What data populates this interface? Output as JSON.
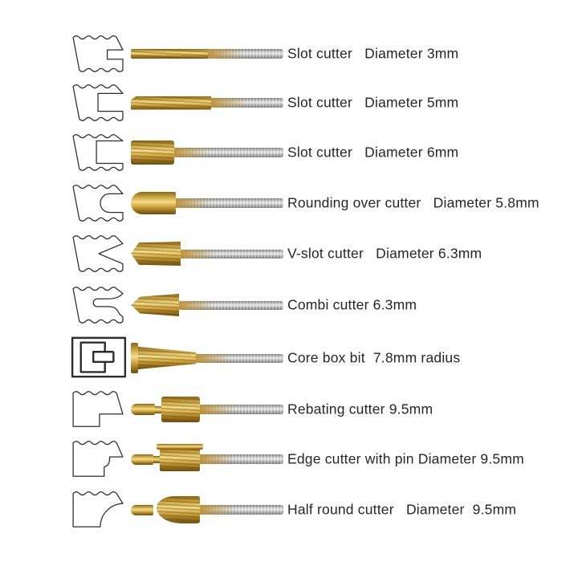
{
  "colors": {
    "background": "#ffffff",
    "outline": "#2d2d2d",
    "text": "#262626",
    "gold_highlight": "#f1dc8b",
    "gold_mid": "#c59d3a",
    "gold_dark": "#6f4f10",
    "shank_light": "#efefef",
    "shank_dark": "#7c7c7c"
  },
  "rows": [
    {
      "tool": "Slot cutter",
      "dimension": "Diameter 3mm",
      "label": "Slot cutter   Diameter 3mm",
      "profile": "slot-3mm",
      "bit": "straight-flute-bit"
    },
    {
      "tool": "Slot cutter",
      "dimension": "Diameter 5mm",
      "label": "Slot cutter   Diameter 5mm",
      "profile": "slot-5mm",
      "bit": "straight-flute-bit"
    },
    {
      "tool": "Slot cutter",
      "dimension": "Diameter 6mm",
      "label": "Slot cutter   Diameter 6mm",
      "profile": "slot-6mm",
      "bit": "cylinder-head-bit"
    },
    {
      "tool": "Rounding over cutter",
      "dimension": "Diameter 5.8mm",
      "label": "Rounding over cutter   Diameter 5.8mm",
      "profile": "round-over-groove",
      "bit": "round-nose-bit"
    },
    {
      "tool": "V-slot cutter",
      "dimension": "Diameter 6.3mm",
      "label": "V-slot cutter   Diameter 6.3mm",
      "profile": "v-slot",
      "bit": "cone-tip-bit"
    },
    {
      "tool": "Combi cutter",
      "dimension": "6.3mm",
      "label": "Combi cutter 6.3mm",
      "profile": "combi-slot",
      "bit": "ogee-tip-bit"
    },
    {
      "tool": "Core box bit",
      "dimension": "7.8mm radius",
      "label": "Core box bit  7.8mm radius",
      "profile": "core-box",
      "bit": "disc-taper-bit"
    },
    {
      "tool": "Rebating cutter",
      "dimension": "9.5mm",
      "label": "Rebating cutter 9.5mm",
      "profile": "rebate-step",
      "bit": "pin-block-bit"
    },
    {
      "tool": "Edge cutter with pin",
      "dimension": "Diameter 9.5mm",
      "label": "Edge cutter with pin Diameter 9.5mm",
      "profile": "edge-step-round",
      "bit": "pin-flanged-block-bit"
    },
    {
      "tool": "Half round cutter",
      "dimension": "Diameter  9.5mm",
      "label": "Half round cutter   Diameter  9.5mm",
      "profile": "half-round-cove",
      "bit": "pin-round-bulb-bit"
    }
  ]
}
